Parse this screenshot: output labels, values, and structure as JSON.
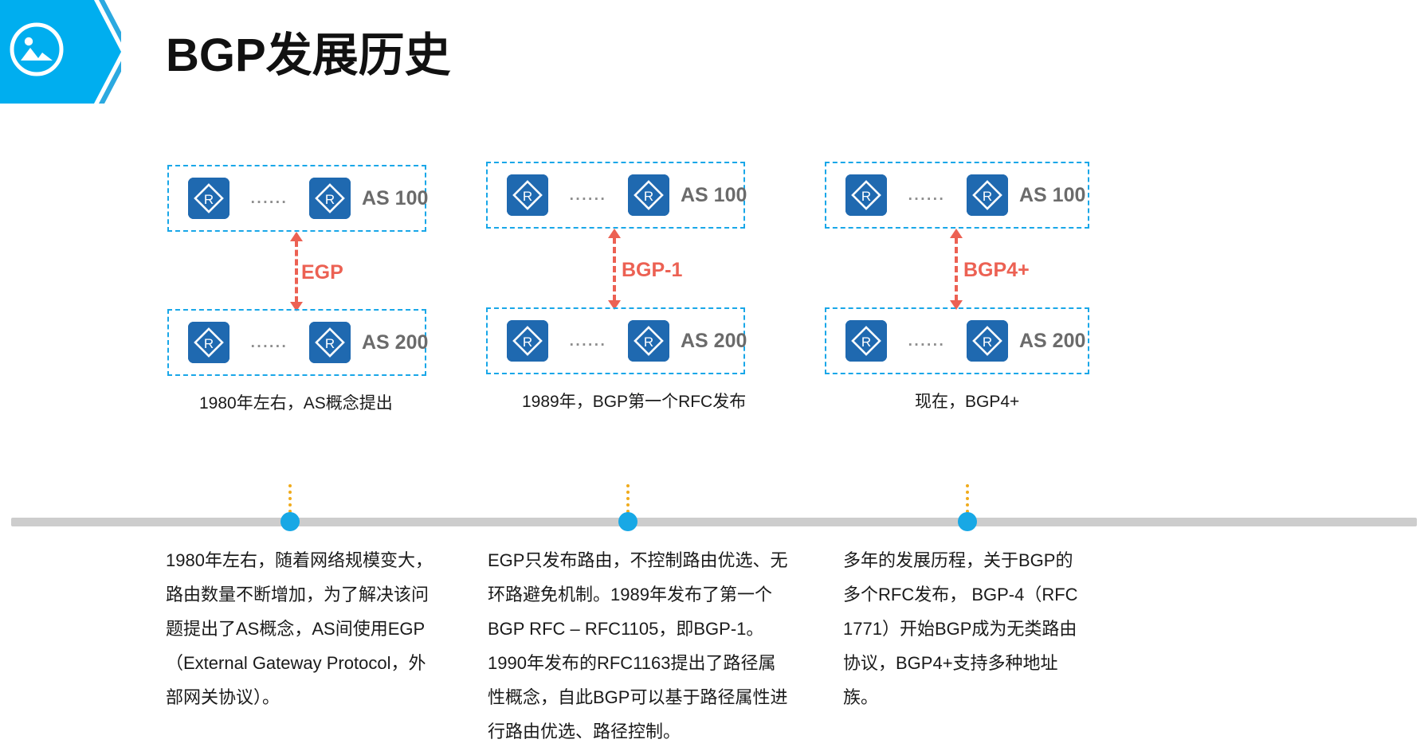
{
  "header": {
    "title": "BGP发展历史",
    "logo_icon": "image-picture-icon",
    "logo_color": "#00AEEF"
  },
  "colors": {
    "accent_cyan": "#19a7e8",
    "router_blue": "#1F69B0",
    "protocol_red": "#ec6153",
    "timeline_gray": "#cdcdcd",
    "timeline_dot": "#18a8e5",
    "stem_orange": "#f0ab1c"
  },
  "stages": [
    {
      "protocol": "EGP",
      "top_box": {
        "label": "AS 100",
        "dots": "......",
        "router_icon": "router-icon"
      },
      "bottom_box": {
        "label": "AS 200",
        "dots": "......",
        "router_icon": "router-icon"
      },
      "caption": "1980年左右，AS概念提出",
      "paragraph": "1980年左右，随着网络规模变大，路由数量不断增加，为了解决该问题提出了AS概念，AS间使用EGP（External Gateway Protocol，外部网关协议）。"
    },
    {
      "protocol": "BGP-1",
      "top_box": {
        "label": "AS 100",
        "dots": "......",
        "router_icon": "router-icon"
      },
      "bottom_box": {
        "label": "AS 200",
        "dots": "......",
        "router_icon": "router-icon"
      },
      "caption": "1989年，BGP第一个RFC发布",
      "paragraph": "EGP只发布路由，不控制路由优选、无环路避免机制。1989年发布了第一个BGP RFC – RFC1105，即BGP-1。1990年发布的RFC1163提出了路径属性概念，自此BGP可以基于路径属性进行路由优选、路径控制。"
    },
    {
      "protocol": "BGP4+",
      "top_box": {
        "label": "AS 100",
        "dots": "......",
        "router_icon": "router-icon"
      },
      "bottom_box": {
        "label": "AS 200",
        "dots": "......",
        "router_icon": "router-icon"
      },
      "caption": "现在，BGP4+",
      "paragraph": "多年的发展历程，关于BGP的多个RFC发布， BGP-4（RFC 1771）开始BGP成为无类路由协议，BGP4+支持多种地址族。"
    }
  ]
}
